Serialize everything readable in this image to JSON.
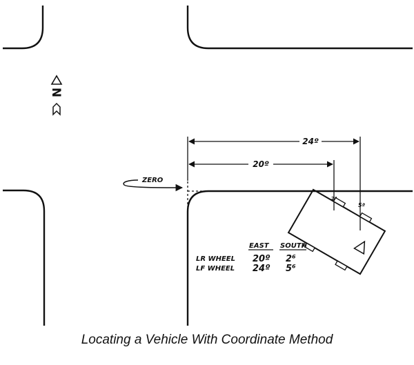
{
  "caption": "Locating a Vehicle With Coordinate Method",
  "north_arrow": {
    "letter": "N"
  },
  "reference": {
    "zero_label": "ZERO"
  },
  "measurements": {
    "lf_total": "24º",
    "lr_total": "20º",
    "lr_tick": "2ª",
    "lf_tick": "5ª"
  },
  "table": {
    "headers": [
      "EAST",
      "SOUTH"
    ],
    "rows": [
      {
        "label": "LR WHEEL",
        "east": "20º",
        "south": "2⁶"
      },
      {
        "label": "LF WHEEL",
        "east": "24º",
        "south": "5⁶"
      }
    ]
  }
}
